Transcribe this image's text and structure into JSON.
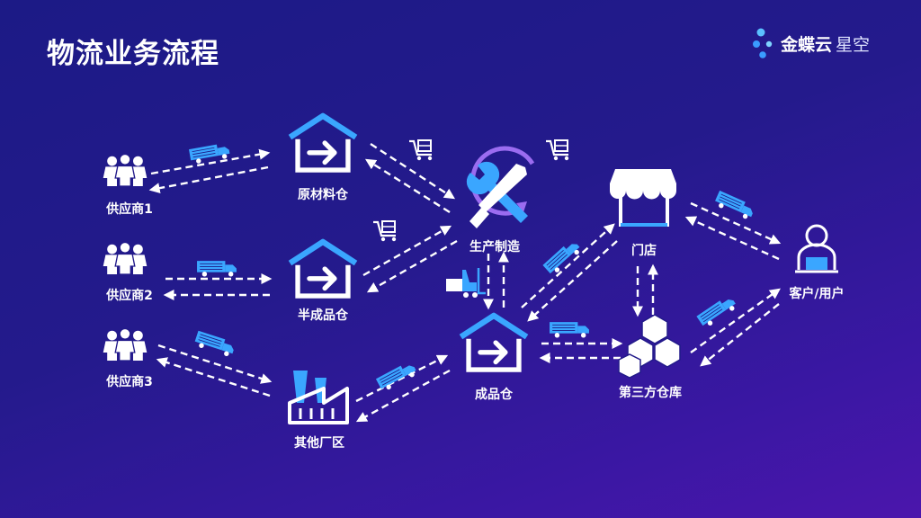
{
  "title": "物流业务流程",
  "logo": {
    "brand": "金蝶云",
    "product": "星空"
  },
  "colors": {
    "accent": "#3aa6ff",
    "line": "#ffffff",
    "background": "#221a8a",
    "purple_arc": "#9b6cf0"
  },
  "nodes": {
    "supplier1": "供应商1",
    "supplier2": "供应商2",
    "supplier3": "供应商3",
    "raw_warehouse": "原材料仓",
    "semi_warehouse": "半成品仓",
    "other_factory": "其他厂区",
    "production": "生产制造",
    "finished_warehouse": "成品仓",
    "store": "门店",
    "third_party_warehouse": "第三方仓库",
    "customer": "客户/用户"
  },
  "icons": {
    "supplier": "people-group-icon",
    "warehouse": "warehouse-arrow-icon",
    "factory": "factory-icon",
    "production": "tools-icon",
    "store": "store-icon",
    "third_party": "boxes-icon",
    "customer": "user-laptop-icon",
    "transport": "truck-icon",
    "cart": "cart-icon",
    "forklift": "forklift-icon"
  }
}
